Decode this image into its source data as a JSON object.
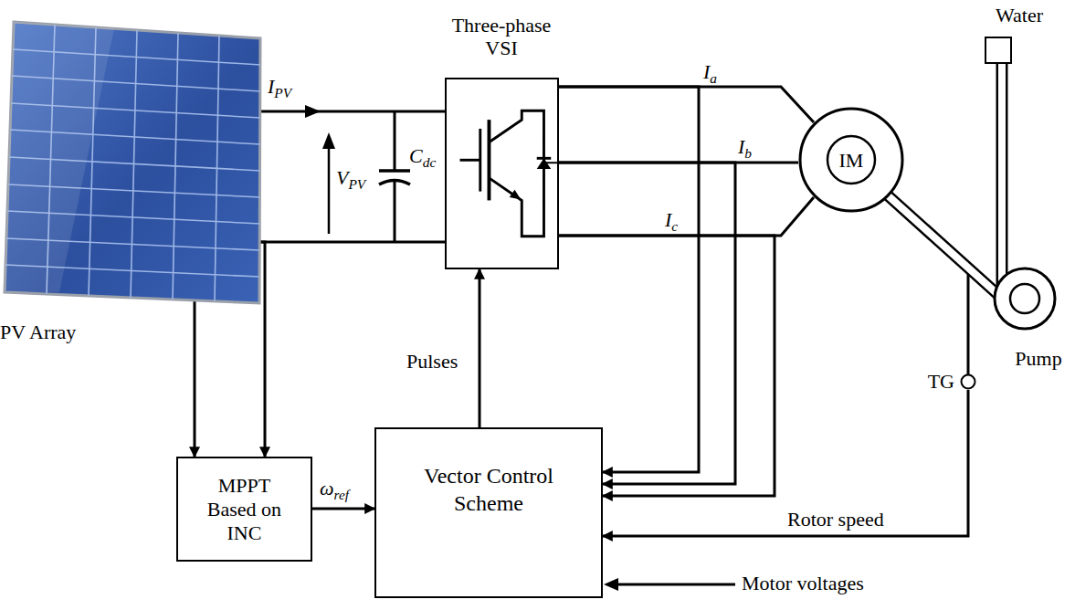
{
  "diagram": {
    "nodes": [
      {
        "text": [
          "PV Array"
        ]
      },
      {
        "text": [
          "Three-phase VSI"
        ]
      },
      {
        "text": [
          "MPPT Based on INC"
        ]
      },
      {
        "text": [
          "Vector Control Scheme"
        ]
      },
      {
        "text": [
          "IM"
        ]
      },
      {
        "text": [
          "Pump"
        ]
      },
      {
        "text": [
          "Water"
        ]
      },
      {
        "text": [
          "TG"
        ]
      }
    ],
    "edges": [
      {
        "from": 0,
        "to": 1,
        "arrow": "none"
      },
      {
        "from": 0,
        "to": 1,
        "arrow": "none"
      },
      {
        "from": 0,
        "to": 2,
        "arrow": "to"
      },
      {
        "from": 0,
        "to": 2,
        "arrow": "to"
      },
      {
        "from": 2,
        "to": 3,
        "arrow": "to",
        "label": "ωref"
      },
      {
        "from": 3,
        "to": 1,
        "arrow": "to",
        "label": "Pulses"
      },
      {
        "from": 1,
        "to": 4,
        "arrow": "none",
        "label": "Ia"
      },
      {
        "from": 1,
        "to": 4,
        "arrow": "none",
        "label": "Ib"
      },
      {
        "from": 1,
        "to": 4,
        "arrow": "none",
        "label": "Ic"
      },
      {
        "from": 1,
        "to": 3,
        "arrow": "to"
      },
      {
        "from": 1,
        "to": 3,
        "arrow": "to"
      },
      {
        "from": 1,
        "to": 3,
        "arrow": "to"
      },
      {
        "from": 4,
        "to": 5,
        "arrow": "none"
      },
      {
        "from": 5,
        "to": 6,
        "arrow": "none"
      },
      {
        "from": 7,
        "to": 3,
        "arrow": "to",
        "label": "Rotor speed"
      }
    ],
    "labels": [
      "IPV",
      "VPV",
      "Cdc",
      "Motor voltages"
    ]
  }
}
